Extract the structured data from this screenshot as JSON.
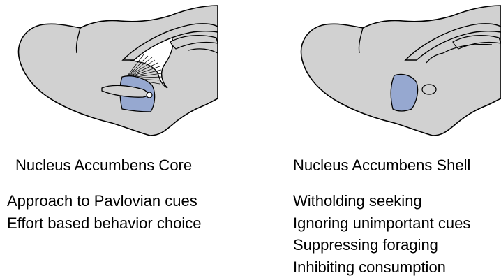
{
  "panels": [
    {
      "title": "Nucleus Accumbens Core",
      "functions": [
        "Approach to Pavlovian cues",
        "Effort based behavior choice"
      ]
    },
    {
      "title": "Nucleus Accumbens Shell",
      "functions": [
        "Witholding seeking",
        "Ignoring unimportant cues",
        "Suppressing foraging",
        "Inhibiting consumption"
      ]
    }
  ],
  "colors": {
    "brain_fill": "#d1d1d1",
    "region_fill": "#96a8d0",
    "outline": "#000000"
  }
}
